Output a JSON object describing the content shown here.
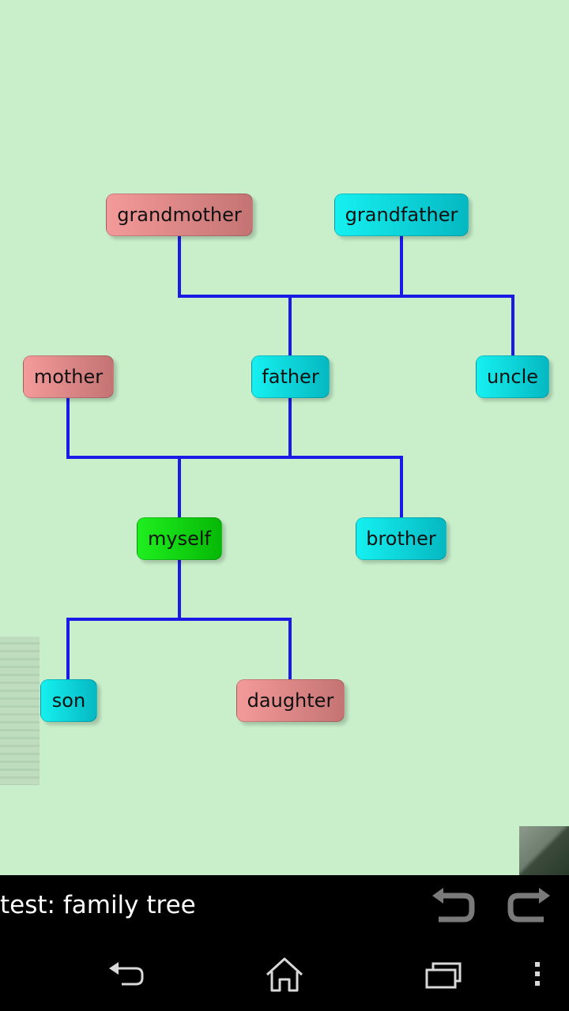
{
  "tree": {
    "nodes": {
      "grandmother": "grandmother",
      "grandfather": "grandfather",
      "mother": "mother",
      "father": "father",
      "uncle": "uncle",
      "myself": "myself",
      "brother": "brother",
      "son": "son",
      "daughter": "daughter"
    },
    "colors": {
      "female": "#f49a9a",
      "male": "#16f0f0",
      "self": "#1fef1f",
      "connector": "#1a1ae6",
      "background": "#c8efca"
    }
  },
  "action_bar": {
    "title": "test: family tree",
    "undo_icon": "undo-icon",
    "redo_icon": "redo-icon"
  },
  "nav_bar": {
    "back_icon": "back-icon",
    "home_icon": "home-icon",
    "recents_icon": "recents-icon",
    "menu_icon": "overflow-menu-icon"
  }
}
